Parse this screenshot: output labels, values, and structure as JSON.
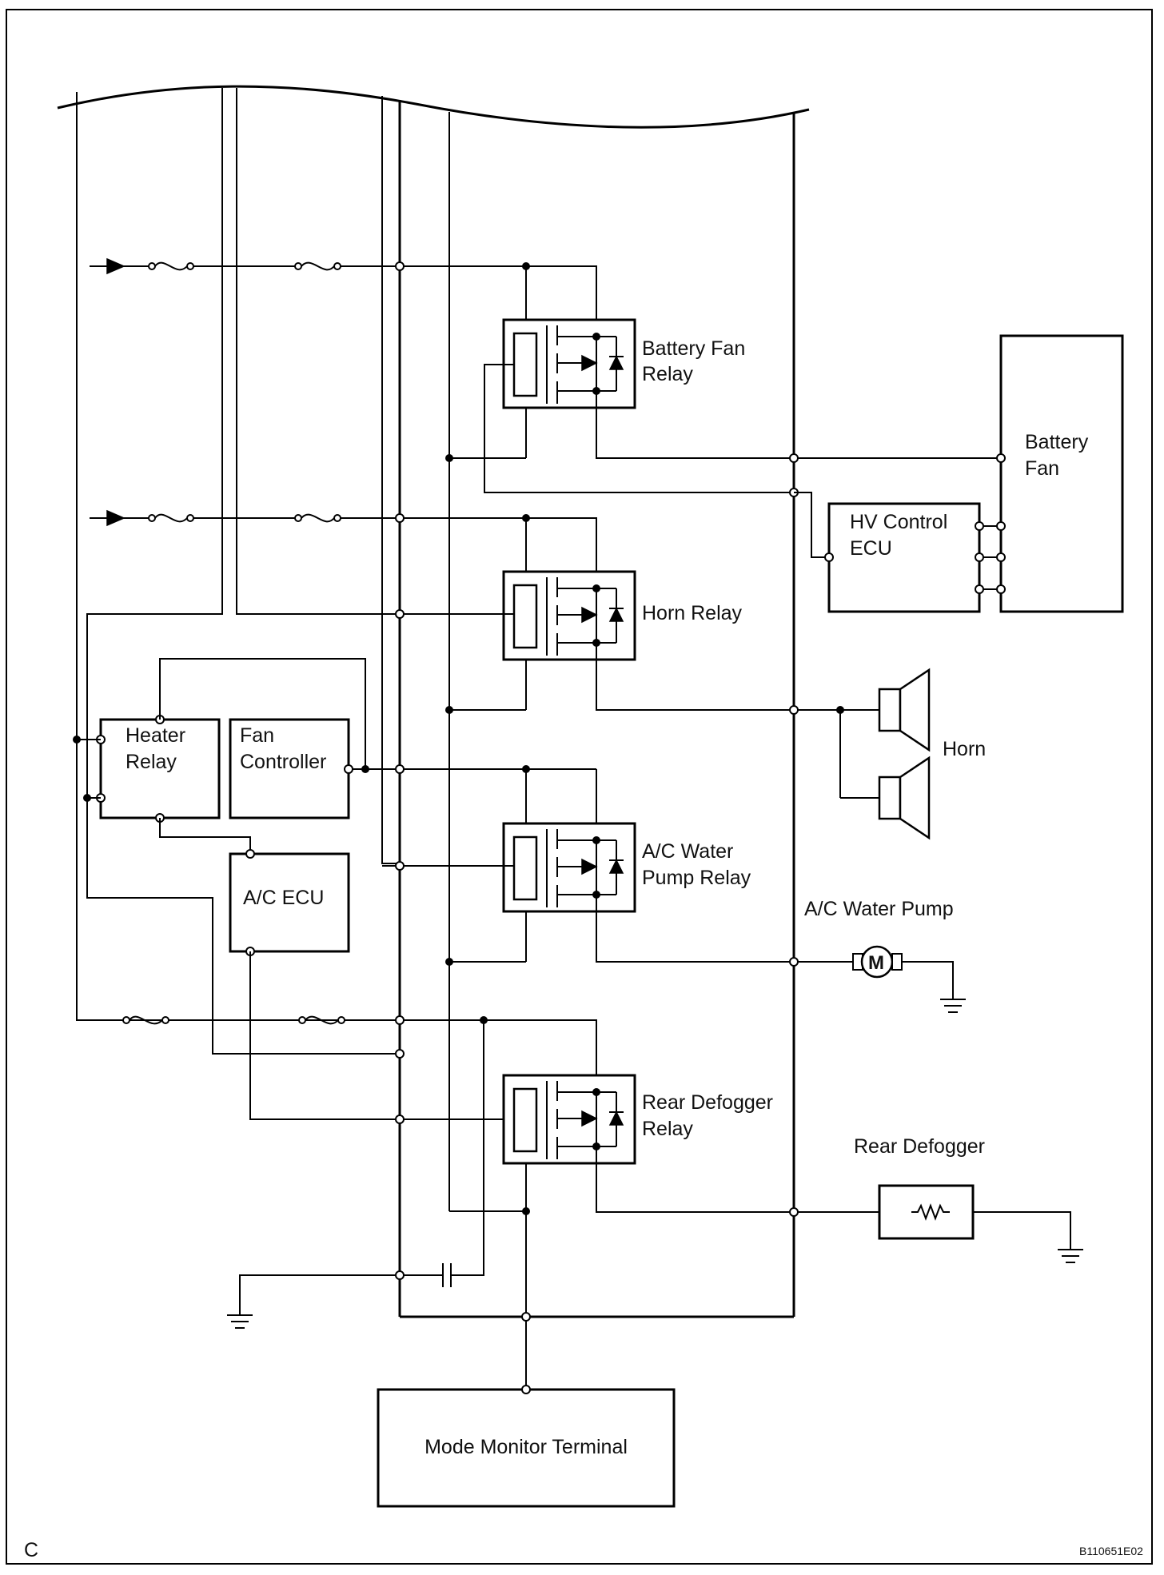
{
  "labels": {
    "battery_fan_relay": [
      "Battery Fan",
      "Relay"
    ],
    "horn_relay": [
      "Horn Relay"
    ],
    "ac_water_pump_relay": [
      "A/C Water",
      "Pump Relay"
    ],
    "rear_defogger_relay": [
      "Rear Defogger",
      "Relay"
    ],
    "heater_relay": [
      "Heater",
      "Relay"
    ],
    "fan_controller": [
      "Fan",
      "Controller"
    ],
    "ac_ecu": [
      "A/C ECU"
    ],
    "hv_control_ecu": [
      "HV Control",
      "ECU"
    ],
    "battery_fan": [
      "Battery",
      "Fan"
    ],
    "horn": "Horn",
    "ac_water_pump": "A/C Water Pump",
    "motor_symbol": "M",
    "rear_defogger": "Rear Defogger",
    "mode_monitor_terminal": "Mode Monitor Terminal",
    "corner_letter": "C",
    "figure_code": "B110651E02"
  }
}
